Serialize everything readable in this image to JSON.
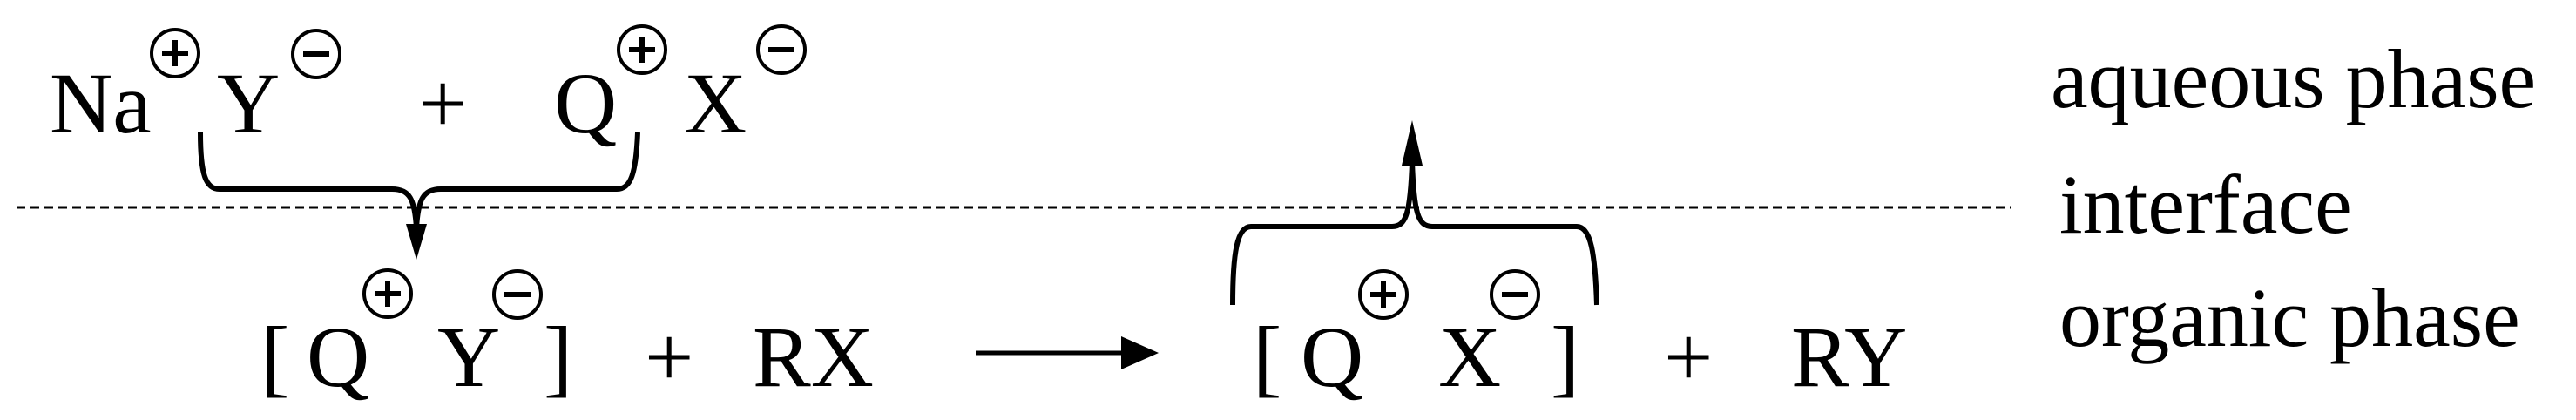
{
  "aqueous_row": {
    "sodium": "Na",
    "anion_y": "Y",
    "plus": "+",
    "catalyst_q": "Q",
    "anion_x": "X"
  },
  "organic_row": {
    "open_bracket_1": "[",
    "q_1": "Q",
    "y_1": "Y",
    "close_bracket_1": "]",
    "plus_1": "+",
    "reactant": "RX",
    "open_bracket_2": "[",
    "q_2": "Q",
    "x_2": "X",
    "close_bracket_2": "]",
    "plus_2": "+",
    "product": "RY"
  },
  "phase_labels": {
    "aqueous": "aqueous phase",
    "interface": "interface",
    "organic": "organic phase"
  },
  "icons": {
    "positive_charge": "circled-plus",
    "negative_charge": "circled-minus"
  },
  "colors": {
    "ink": "#000000",
    "background": "#ffffff"
  }
}
